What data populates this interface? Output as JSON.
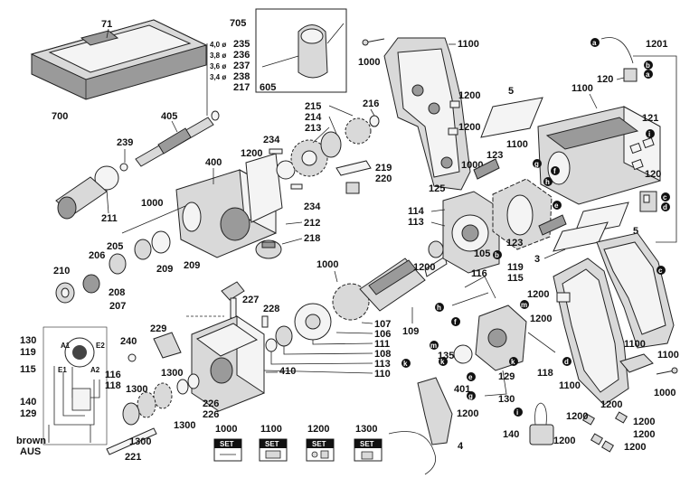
{
  "callouts": {
    "c71": "71",
    "c700": "700",
    "c705": "705",
    "c605": "605",
    "c235": "235",
    "c236": "236",
    "c237": "237",
    "c238": "238",
    "c217": "217",
    "c405": "405",
    "c239": "239",
    "c211": "211",
    "c400": "400",
    "c1000a": "1000",
    "c1200a": "1200",
    "c234a": "234",
    "c215": "215",
    "c214": "214",
    "c213": "213",
    "c216": "216",
    "c219": "219",
    "c220": "220",
    "c234b": "234",
    "c212": "212",
    "c218": "218",
    "c206": "206",
    "c205": "205",
    "c209a": "209",
    "c209b": "209",
    "c210": "210",
    "c208": "208",
    "c207": "207",
    "c1000b": "1000",
    "c227": "227",
    "c228": "228",
    "c229": "229",
    "c240": "240",
    "c130": "130",
    "c119": "119",
    "c115a": "115",
    "c140": "140",
    "c129a": "129",
    "c116a": "116",
    "c118a": "118",
    "c1300a": "1300",
    "c1300b": "1300",
    "c1300c": "1300",
    "c1300d": "1300",
    "c226a": "226",
    "c226b": "226",
    "c221": "221",
    "c410": "410",
    "c107": "107",
    "c106": "106",
    "c111": "111",
    "c108": "108",
    "c113b": "113",
    "c110": "110",
    "c109": "109",
    "c1200b": "1200",
    "c116b": "116",
    "c105": "105",
    "c119b": "119",
    "c115b": "115",
    "c1100a": "1100",
    "c1000c": "1000",
    "c1200c": "1200",
    "c1200d": "1200",
    "c1000d": "1000",
    "c125": "125",
    "c114": "114",
    "c113": "113",
    "c123a": "123",
    "c1100b": "1100",
    "c123b": "123",
    "c5a": "5",
    "c1201": "1201",
    "c120a": "120",
    "c1100c": "1100",
    "c121": "121",
    "c120b": "120",
    "c5b": "5",
    "c3": "3",
    "c1200e": "1200",
    "c1200f": "1200",
    "c1100d": "1100",
    "c1100e": "1100",
    "c1100f": "1100",
    "c1000e": "1000",
    "c1200g": "1200",
    "c135": "135",
    "c401": "401",
    "c129b": "129",
    "c130b": "130",
    "c118b": "118",
    "c1200h": "1200",
    "c4": "4",
    "c140b": "140",
    "c1200i": "1200",
    "c1200j": "1200",
    "c1200k": "1200",
    "c1200l": "1200",
    "c1200m": "1200"
  },
  "callout_brown": "brown",
  "callout_aus": "AUS",
  "diameters": [
    "4,0 ø",
    "3,8 ø",
    "3,6 ø",
    "3,4 ø"
  ],
  "wiring_labels": {
    "a1": "A1",
    "a2": "A2",
    "e1": "E1",
    "e2": "E2"
  },
  "bubbles": [
    "a",
    "b",
    "c",
    "d",
    "e",
    "f",
    "g",
    "h",
    "i",
    "k",
    "m"
  ],
  "set_legend": [
    {
      "number": "1000",
      "badge": "SET"
    },
    {
      "number": "1100",
      "badge": "SET"
    },
    {
      "number": "1200",
      "badge": "SET"
    },
    {
      "number": "1300",
      "badge": "SET"
    }
  ]
}
